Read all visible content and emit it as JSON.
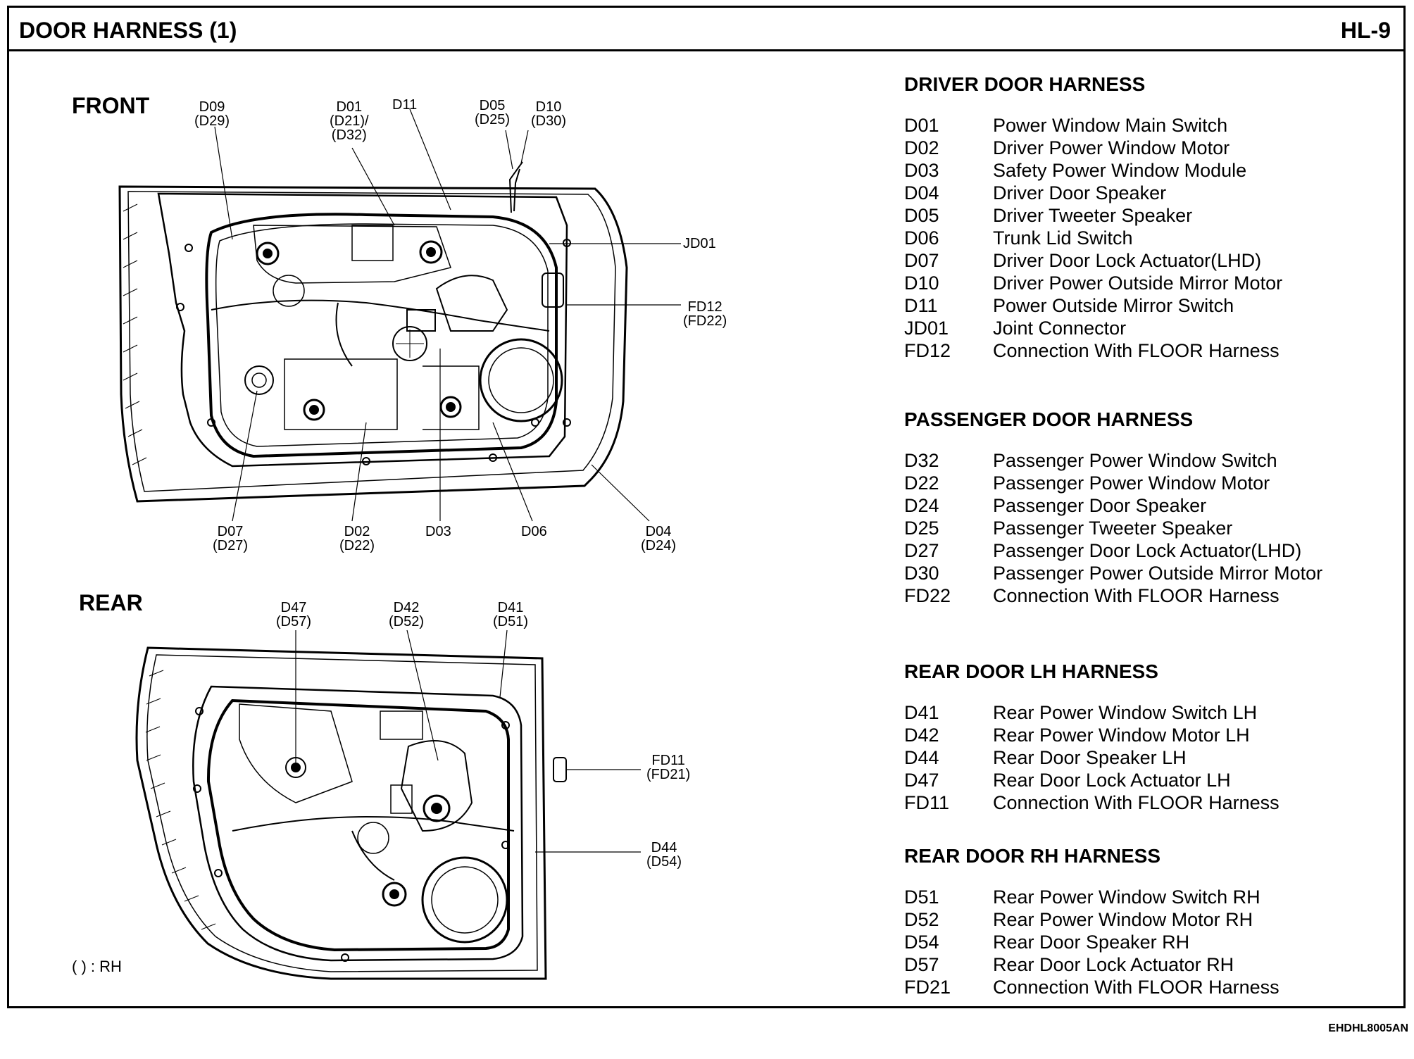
{
  "header": {
    "title": "DOOR HARNESS (1)",
    "page": "HL-9"
  },
  "views": {
    "front": {
      "label": "FRONT",
      "callouts": {
        "d09": "D09\n(D29)",
        "d01": "D01\n(D21)/\n(D32)",
        "d11": "D11",
        "d05": "D05\n(D25)",
        "d10": "D10\n(D30)",
        "jd01": "JD01",
        "fd12": "FD12\n(FD22)",
        "d07": "D07\n(D27)",
        "d02": "D02\n(D22)",
        "d03": "D03",
        "d06": "D06",
        "d04": "D04\n(D24)"
      }
    },
    "rear": {
      "label": "REAR",
      "callouts": {
        "d47": "D47\n(D57)",
        "d42": "D42\n(D52)",
        "d41": "D41\n(D51)",
        "fd11": "FD11\n(FD21)",
        "d44": "D44\n(D54)"
      }
    }
  },
  "note": "( ) : RH",
  "footer_code": "EHDHL8005AN",
  "legend": [
    {
      "heading": "DRIVER DOOR HARNESS",
      "items": [
        {
          "code": "D01",
          "desc": "Power Window Main Switch"
        },
        {
          "code": "D02",
          "desc": "Driver Power Window Motor"
        },
        {
          "code": "D03",
          "desc": "Safety Power Window Module"
        },
        {
          "code": "D04",
          "desc": "Driver Door Speaker"
        },
        {
          "code": "D05",
          "desc": "Driver Tweeter Speaker"
        },
        {
          "code": "D06",
          "desc": "Trunk Lid Switch"
        },
        {
          "code": "D07",
          "desc": "Driver Door Lock Actuator(LHD)"
        },
        {
          "code": "D10",
          "desc": "Driver Power Outside Mirror Motor"
        },
        {
          "code": "D11",
          "desc": "Power Outside Mirror Switch"
        },
        {
          "code": "JD01",
          "desc": "Joint Connector"
        },
        {
          "code": "FD12",
          "desc": "Connection With FLOOR Harness"
        }
      ]
    },
    {
      "heading": "PASSENGER DOOR HARNESS",
      "items": [
        {
          "code": "D32",
          "desc": "Passenger Power Window Switch"
        },
        {
          "code": "D22",
          "desc": "Passenger Power Window Motor"
        },
        {
          "code": "D24",
          "desc": "Passenger Door Speaker"
        },
        {
          "code": "D25",
          "desc": "Passenger Tweeter Speaker"
        },
        {
          "code": "D27",
          "desc": "Passenger Door Lock Actuator(LHD)"
        },
        {
          "code": "D30",
          "desc": "Passenger Power Outside Mirror Motor"
        },
        {
          "code": "FD22",
          "desc": "Connection With FLOOR Harness"
        }
      ]
    },
    {
      "heading": "REAR DOOR LH HARNESS",
      "items": [
        {
          "code": "D41",
          "desc": "Rear Power Window Switch LH"
        },
        {
          "code": "D42",
          "desc": "Rear Power Window Motor LH"
        },
        {
          "code": "D44",
          "desc": "Rear Door Speaker LH"
        },
        {
          "code": "D47",
          "desc": "Rear Door Lock Actuator LH"
        },
        {
          "code": "FD11",
          "desc": "Connection With FLOOR Harness"
        }
      ]
    },
    {
      "heading": "REAR DOOR RH HARNESS",
      "items": [
        {
          "code": "D51",
          "desc": "Rear Power Window Switch RH"
        },
        {
          "code": "D52",
          "desc": "Rear Power Window Motor RH"
        },
        {
          "code": "D54",
          "desc": "Rear Door Speaker RH"
        },
        {
          "code": "D57",
          "desc": "Rear Door Lock Actuator RH"
        },
        {
          "code": "FD21",
          "desc": "Connection With FLOOR Harness"
        }
      ]
    }
  ]
}
